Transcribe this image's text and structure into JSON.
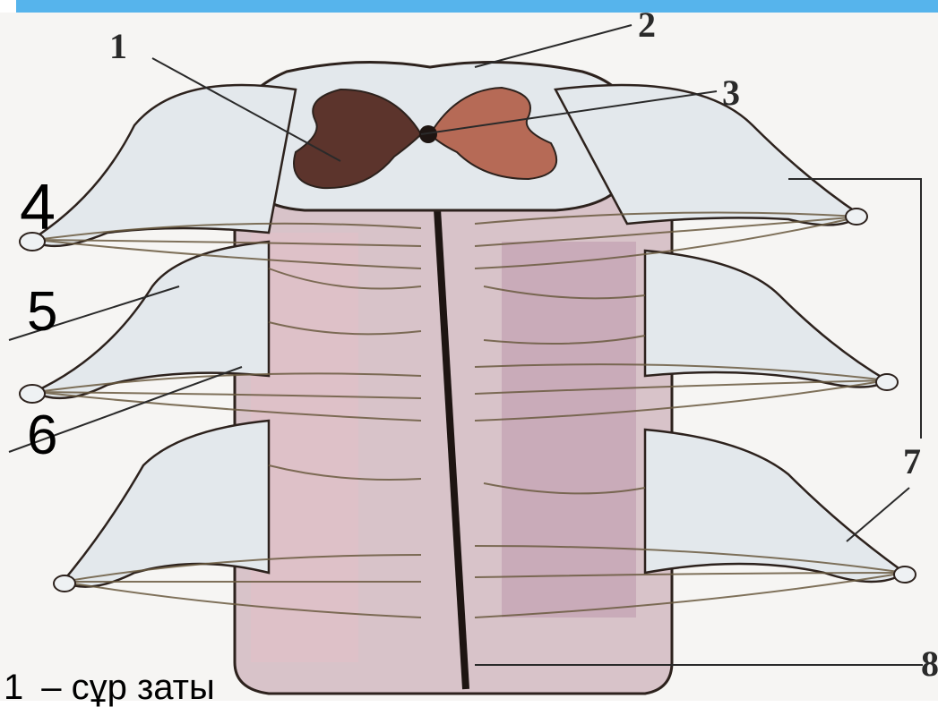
{
  "header": {
    "bar_color": "#56b4ec"
  },
  "labels": {
    "l1": "1",
    "l2": "2",
    "l3": "3",
    "l4": "4",
    "l5": "5",
    "l6": "6",
    "l7": "7",
    "l8": "8"
  },
  "caption": {
    "number": "1",
    "text": "– сұр заты"
  },
  "colors": {
    "white_matter": "#dfe7ec",
    "gray_matter": "#5c342c",
    "gray_matter_light": "#b66a56",
    "spinal_body": "#d9bcc4",
    "outline": "#2d221d",
    "fibers": "#6b5b40"
  }
}
